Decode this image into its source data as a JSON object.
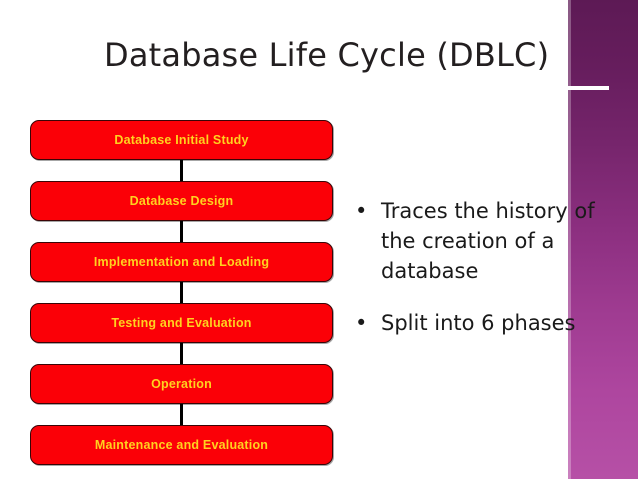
{
  "slide": {
    "title": "Database Life Cycle (DBLC)",
    "accent_color": "#fb0007",
    "box_text_color": "#ffd21f",
    "band_top_color": "#5d1a55",
    "band_bottom_color": "#b650a6"
  },
  "flowchart": {
    "phases": [
      {
        "label": "Database Initial Study"
      },
      {
        "label": "Database Design"
      },
      {
        "label": "Implementation and Loading"
      },
      {
        "label": "Testing and Evaluation"
      },
      {
        "label": "Operation"
      },
      {
        "label": "Maintenance and Evaluation"
      }
    ]
  },
  "bullets": [
    {
      "marker": "•",
      "text": "Traces the history of the creation of a database"
    },
    {
      "marker": "•",
      "text": "Split into 6 phases"
    }
  ]
}
